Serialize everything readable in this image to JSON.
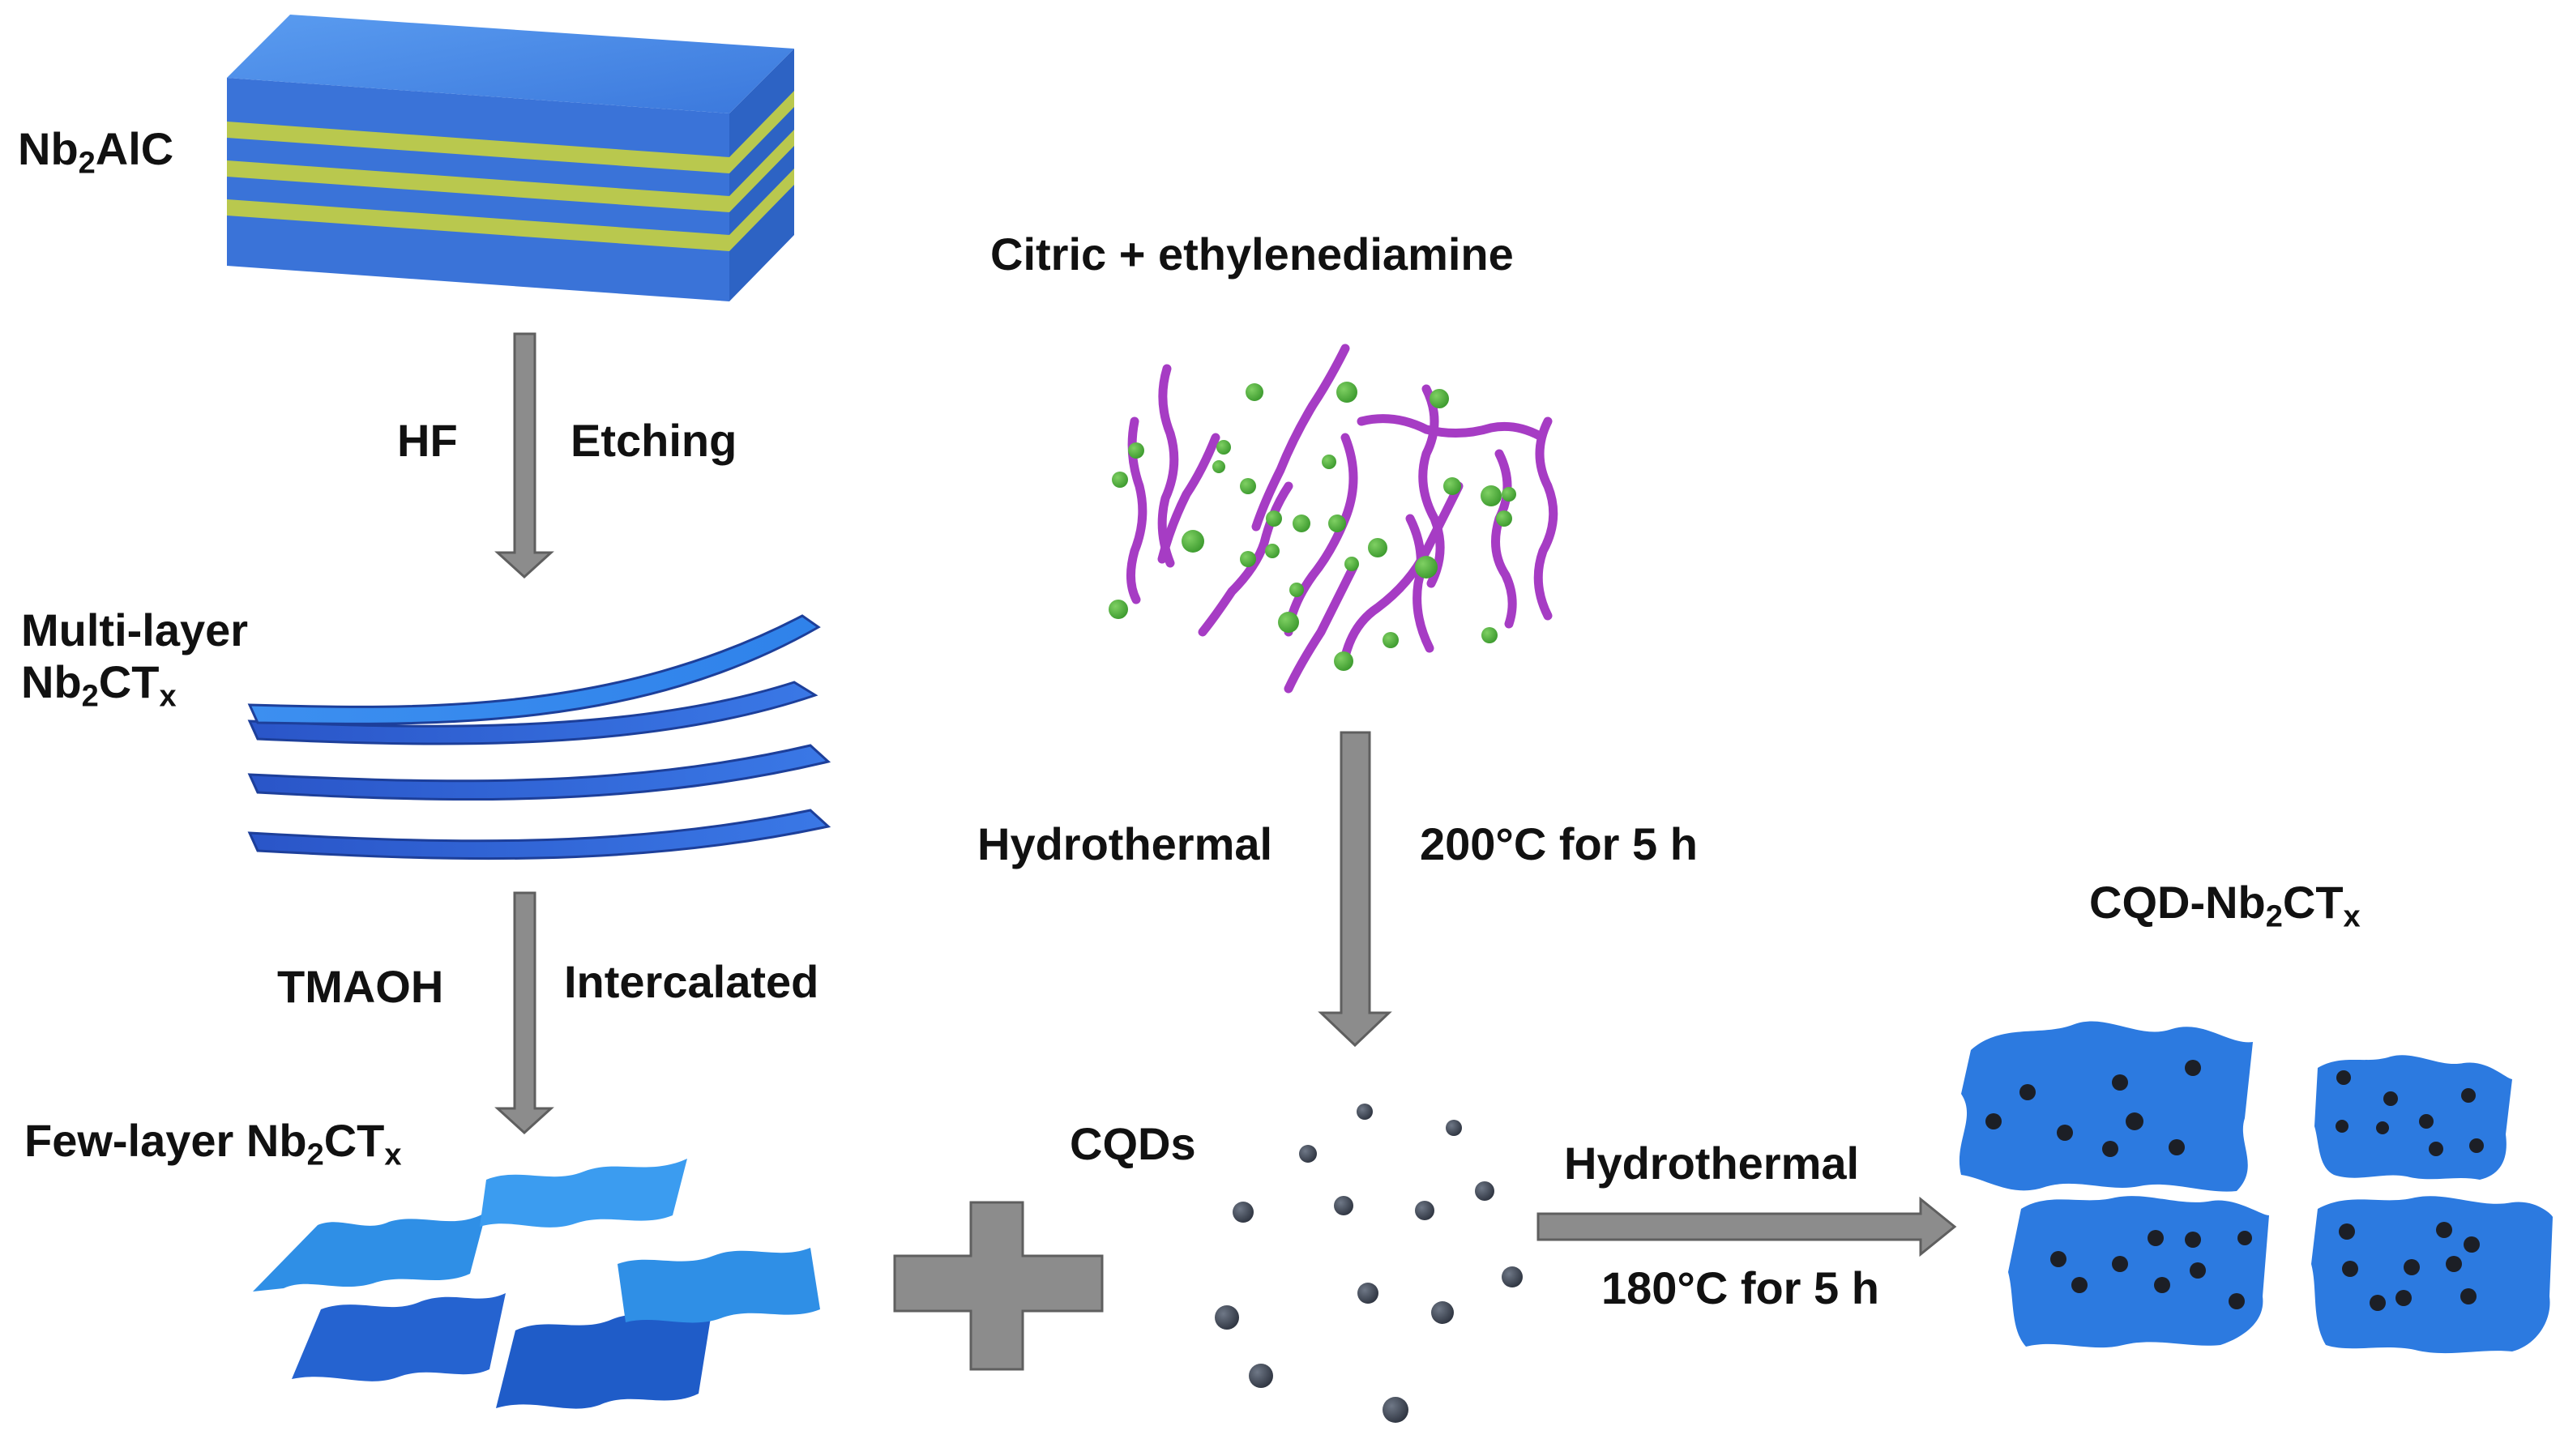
{
  "materials": {
    "nb2alc": {
      "main": "Nb",
      "sub1": "2",
      "tail": "AlC"
    },
    "multilayer": {
      "line1": "Multi-layer",
      "main": "Nb",
      "sub1": "2",
      "mid": "CT",
      "sub2": "x"
    },
    "fewlayer": {
      "pre": "Few-layer Nb",
      "sub1": "2",
      "mid": "CT",
      "sub2": "x"
    },
    "precursor": "Citric + ethylenediamine",
    "cqds": "CQDs",
    "composite": {
      "pre": "CQD-Nb",
      "sub1": "2",
      "mid": "CT",
      "sub2": "x"
    }
  },
  "steps": {
    "etch": {
      "reagent": "HF",
      "process": "Etching"
    },
    "intercalate": {
      "reagent": "TMAOH",
      "process": "Intercalated"
    },
    "cqd_synthesis": {
      "process": "Hydrothermal",
      "condition": "200°C for 5 h"
    },
    "composite_synthesis": {
      "process": "Hydrothermal",
      "condition": "180°C for 5 h"
    }
  },
  "colors": {
    "arrow": "#8c8c8c",
    "arrow_edge": "#5f5f5f",
    "layer_blue": "#3d7fe0",
    "layer_yellow": "#b9c84e",
    "sheet_light": "#2f8fe6",
    "sheet_dark": "#1f5fc8",
    "polymer": "#a63cc4",
    "green_dot": "#4aab3a",
    "cqd_dot": "#3f4652",
    "composite_sheet": "#2c7ae0"
  }
}
